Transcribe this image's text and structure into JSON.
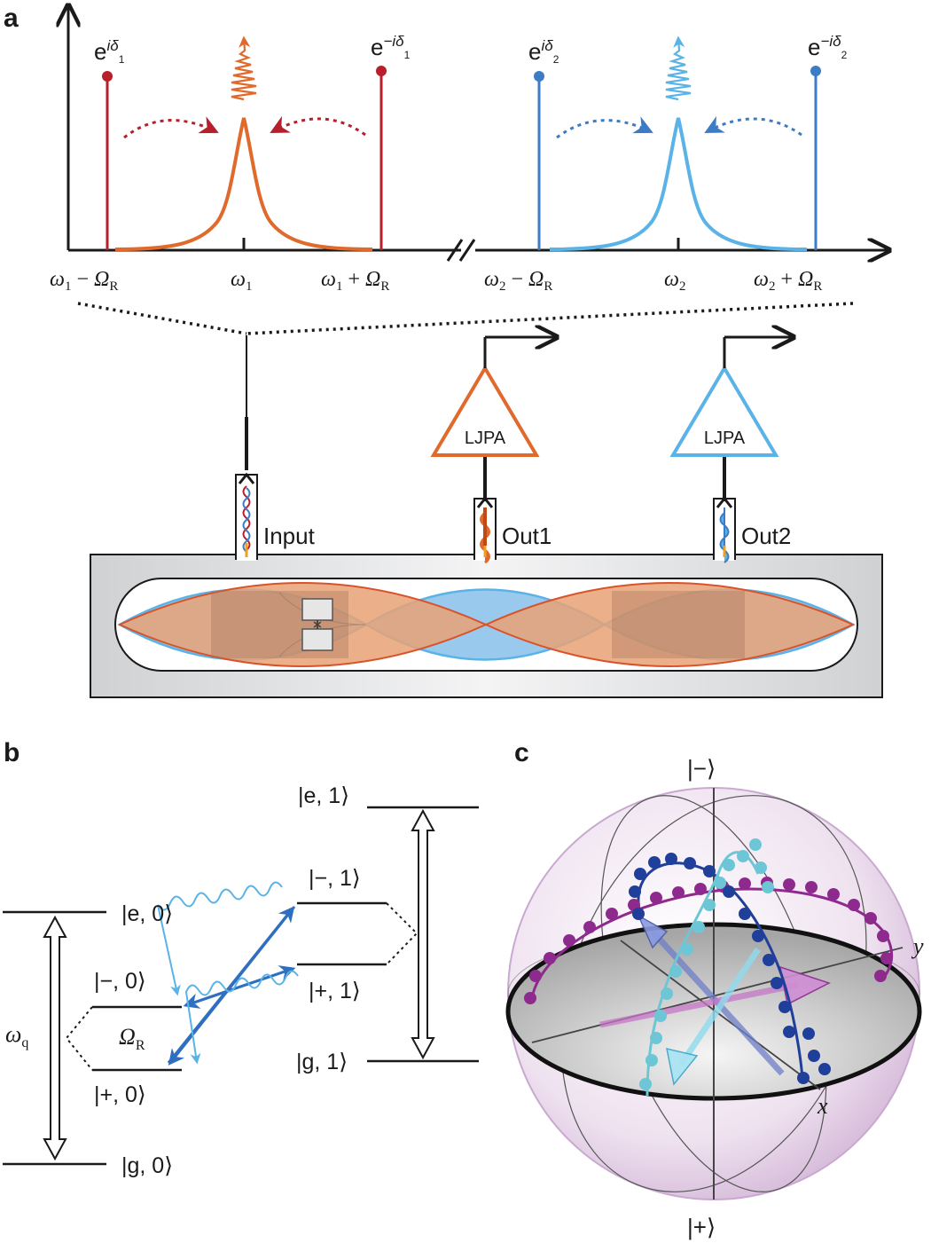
{
  "panels": {
    "a": "a",
    "b": "b",
    "c": "c"
  },
  "colors": {
    "red": "#b61f2b",
    "orange": "#e06a2c",
    "blue": "#3b7cc4",
    "light_blue": "#5ab3e6",
    "purple": "#8e2a8e",
    "dark_blue": "#1f3f9a",
    "cyan": "#6cc6d6"
  },
  "panel_a": {
    "tones": {
      "ph1_plus": "e",
      "ph1_plus_sup": "iδ",
      "ph1_plus_sub": "1",
      "ph1_minus": "e",
      "ph1_minus_sup": "−iδ",
      "ph1_minus_sub": "1",
      "ph2_plus": "e",
      "ph2_plus_sup": "iδ",
      "ph2_plus_sub": "2",
      "ph2_minus": "e",
      "ph2_minus_sup": "−iδ",
      "ph2_minus_sub": "2"
    },
    "axis": {
      "w1_minus": {
        "a": "ω",
        "asub": "1",
        "op": " − ",
        "b": "Ω",
        "bsub": "R"
      },
      "w1": {
        "a": "ω",
        "asub": "1"
      },
      "w1_plus": {
        "a": "ω",
        "asub": "1",
        "op": " + ",
        "b": "Ω",
        "bsub": "R"
      },
      "w2_minus": {
        "a": "ω",
        "asub": "2",
        "op": " − ",
        "b": "Ω",
        "bsub": "R"
      },
      "w2": {
        "a": "ω",
        "asub": "2"
      },
      "w2_plus": {
        "a": "ω",
        "asub": "2",
        "op": " + ",
        "b": "Ω",
        "bsub": "R"
      }
    },
    "amp1": "LJPA",
    "amp2": "LJPA",
    "ports": {
      "input": "Input",
      "out1": "Out1",
      "out2": "Out2"
    }
  },
  "panel_b": {
    "e1": "|e, 1⟩",
    "minus1": "|−, 1⟩",
    "plus1": "|+, 1⟩",
    "g1": "|g, 1⟩",
    "e0": "|e, 0⟩",
    "minus0": "|−, 0⟩",
    "plus0": "|+, 0⟩",
    "g0": "|g, 0⟩",
    "omega_r": "Ω",
    "omega_r_sub": "R",
    "omega_q": "ω",
    "omega_q_sub": "q"
  },
  "panel_c": {
    "top": "|−⟩",
    "bottom": "|+⟩",
    "x": "x",
    "y": "y"
  }
}
